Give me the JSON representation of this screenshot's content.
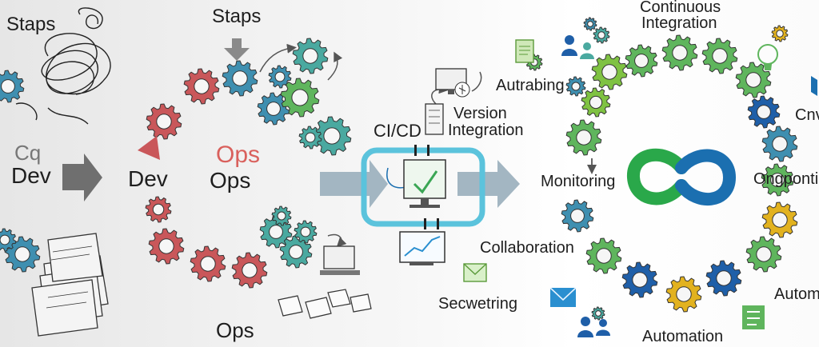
{
  "labels": {
    "staps_left": "Staps",
    "staps_top": "Staps",
    "cq": "Cq",
    "dev_left": "Dev",
    "dev_mid": "Dev",
    "ops_red": "Ops",
    "ops_mid": "Ops",
    "ops_bottom": "Ops",
    "cicd": "CI/CD",
    "version_integration_line1": "Version",
    "version_integration_line2": "Integration",
    "autrabing": "Autrabing",
    "collaboration": "Collaboration",
    "secwetring": "Secwetring",
    "continuous_integration_line1": "Continuous",
    "continuous_integration_line2": "Integration",
    "monitoring": "Monitoring",
    "ongpontil": "Ongpontil",
    "cnv": "Cnv",
    "autom": "Autom",
    "automation": "Automation"
  },
  "colors": {
    "gear_red": "#c9575a",
    "gear_blue": "#3f8fb0",
    "gear_green": "#5fb55d",
    "gear_teal": "#4aa9a0",
    "gear_navy": "#1f5fa8",
    "gear_lime": "#7fc242",
    "gear_yellow": "#e2b21f",
    "arrow_gray": "#8c8c8c",
    "pipeline_cyan": "#5bc3dc",
    "infinity_green": "#2aa84a",
    "infinity_blue": "#1b6fb0",
    "text_red": "#d9605c"
  },
  "icons": [
    "scribble-icon",
    "gear-icon",
    "paper-stack-icon",
    "monitor-icon",
    "document-icon",
    "checkmark-icon",
    "chart-icon",
    "envelope-icon",
    "people-icon",
    "lightbulb-icon",
    "globe-icon",
    "infinity-logo"
  ]
}
